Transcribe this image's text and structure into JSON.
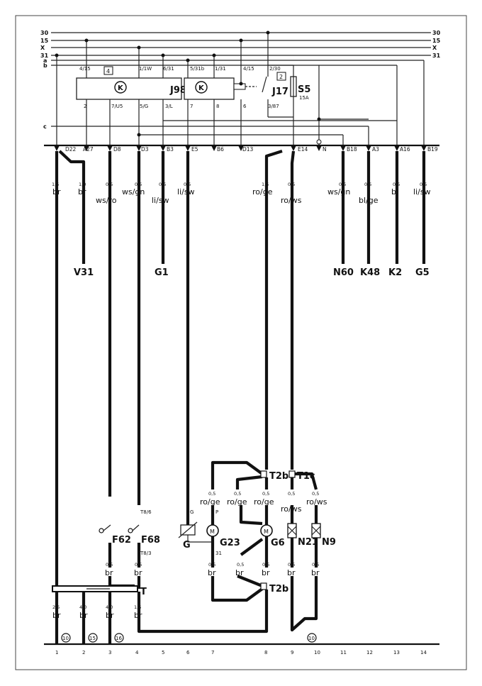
{
  "rails": [
    {
      "left": "30",
      "right": "30"
    },
    {
      "left": "15",
      "right": "15"
    },
    {
      "left": "X",
      "right": "X"
    },
    {
      "left": "31",
      "right": "31"
    },
    {
      "left": "a",
      "right": ""
    },
    {
      "left": "b",
      "right": ""
    },
    {
      "left": "c",
      "right": ""
    }
  ],
  "relay_boxes": {
    "J98": {
      "label": "J98",
      "mark": "4",
      "k": "K",
      "top_pins": [
        "4/15",
        "1/1W",
        "6/31"
      ],
      "bottom_pins": [
        "2",
        "7/U5",
        "5/G",
        "3/L"
      ]
    },
    "J17": {
      "label": "J17",
      "mark": "2",
      "k": "K",
      "top_pins": [
        "5/31b",
        "1/31",
        "4/15",
        "2/30"
      ],
      "bottom_pins": [
        "7",
        "8",
        "6",
        "3/87"
      ]
    },
    "S5": {
      "label": "S5",
      "rating": "15A"
    }
  },
  "connectors": [
    "D22",
    "A27",
    "D8",
    "D3",
    "B3",
    "E5",
    "B6",
    "D13",
    "E14",
    "N",
    "B18",
    "A3",
    "A16",
    "B19"
  ],
  "wires_top": [
    {
      "gauge": "1,5",
      "color": "br"
    },
    {
      "gauge": "1,0",
      "color": "br"
    },
    {
      "gauge": "0,5",
      "color": "ws/ro"
    },
    {
      "gauge": "0,5",
      "color": "ws/gn"
    },
    {
      "gauge": "0,5",
      "color": "li/sw"
    },
    {
      "gauge": "0,5",
      "color": "li/sw"
    },
    {
      "gauge": "1,5",
      "color": "ro/ge"
    },
    {
      "gauge": "0,5",
      "color": "ro/ws"
    },
    {
      "gauge": "0,5",
      "color": "ws/gn"
    },
    {
      "gauge": "0,5",
      "color": "bl/ge"
    },
    {
      "gauge": "0,5",
      "color": "bl"
    },
    {
      "gauge": "0,5",
      "color": "li/sw"
    }
  ],
  "outputs": [
    "V31",
    "G1",
    "N60",
    "K48",
    "K2",
    "G5"
  ],
  "components": {
    "T2b": "T2b",
    "T1c": "T1c",
    "F62": "F62",
    "F68": "F68",
    "G": "G",
    "G23": "G23",
    "G6": "G6",
    "N21": "N21",
    "N9": "N9",
    "T": "T"
  },
  "pin_labels": {
    "T8_6": "T8/6",
    "T8_3": "T8/3",
    "G_pin": "G",
    "P_pin": "P",
    "pin31": "31"
  },
  "lower_wires": [
    {
      "gauge": "0,5",
      "color": "ro/ge"
    },
    {
      "gauge": "0,5",
      "color": "ro/ge"
    },
    {
      "gauge": "0,5",
      "color": "ro/ge"
    },
    {
      "gauge": "0,5",
      "color": "ro/ws"
    },
    {
      "gauge": "0,5",
      "color": "ro/ws"
    }
  ],
  "bottom_wires": [
    {
      "gauge": "0,5",
      "color": "br"
    },
    {
      "gauge": "0,5",
      "color": "br"
    },
    {
      "gauge": "0,5",
      "color": "br"
    },
    {
      "gauge": "0,5",
      "color": "br"
    },
    {
      "gauge": "0,5",
      "color": "br"
    },
    {
      "gauge": "0,5",
      "color": "br"
    },
    {
      "gauge": "0,5",
      "color": "br"
    }
  ],
  "ground_wires": [
    {
      "gauge": "2,5",
      "color": "br"
    },
    {
      "gauge": "4,0",
      "color": "br"
    },
    {
      "gauge": "4,0",
      "color": "br"
    },
    {
      "gauge": "1,5",
      "color": "br"
    }
  ],
  "ground_points": [
    "10",
    "15",
    "16",
    "10"
  ],
  "track_numbers": [
    "1",
    "2",
    "3",
    "4",
    "5",
    "6",
    "7",
    "8",
    "9",
    "10",
    "11",
    "12",
    "13",
    "14"
  ]
}
